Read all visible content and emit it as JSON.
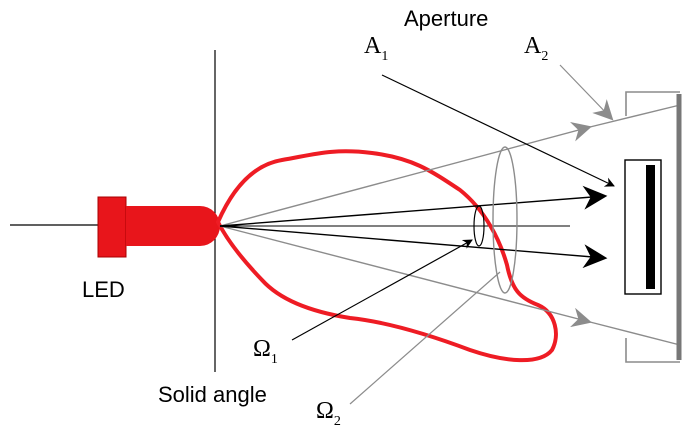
{
  "labels": {
    "aperture": "Aperture",
    "a1_base": "A",
    "a1_sub": "1",
    "a2_base": "A",
    "a2_sub": "2",
    "led": "LED",
    "omega1_base": "Ω",
    "omega1_sub": "1",
    "omega2_base": "Ω",
    "omega2_sub": "2",
    "solid_angle": "Solid angle"
  },
  "colors": {
    "led_red": "#e8151b",
    "pattern_red": "#ee1c24",
    "gray_ray": "#8c8c8c",
    "black": "#000000"
  }
}
